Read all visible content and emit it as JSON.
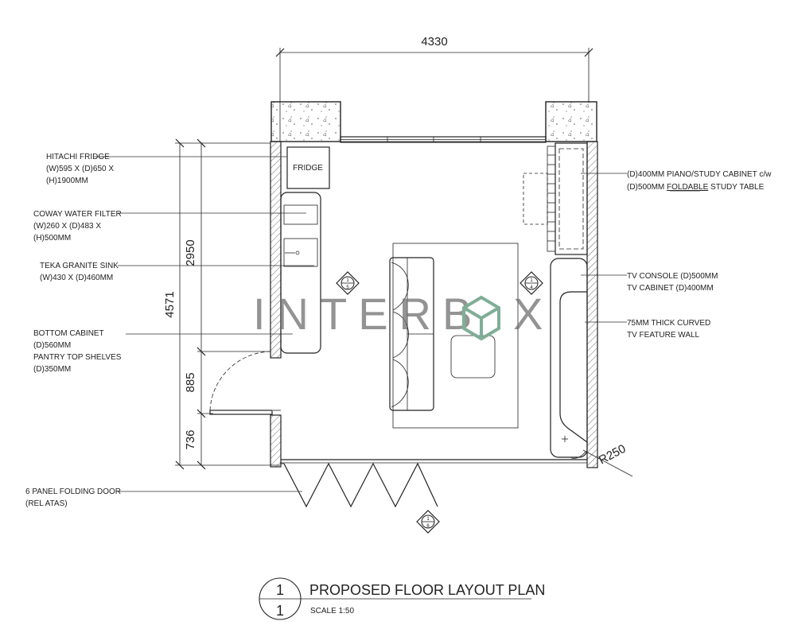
{
  "dimensions": {
    "overall_width": "4330",
    "overall_depth": "4571",
    "segment_top": "2950",
    "segment_mid": "885",
    "segment_bottom": "736",
    "radius": "R250"
  },
  "labels": {
    "fridge_box": "FRIDGE",
    "fridge": [
      "HITACHI FRIDGE",
      "(W)595 X (D)650 X",
      "(H)1900MM"
    ],
    "water_filter": [
      "COWAY WATER FILTER",
      "(W)260 X (D)483 X",
      "(H)500MM"
    ],
    "sink": [
      "TEKA GRANITE SINK",
      "(W)430 X (D)460MM"
    ],
    "cabinet": [
      "BOTTOM CABINET",
      "(D)560MM",
      "PANTRY TOP SHELVES",
      "(D)350MM"
    ],
    "folding_door": [
      "6 PANEL FOLDING DOOR",
      "(REL ATAS)"
    ],
    "piano": [
      "(D)400MM PIANO/STUDY CABINET c/w",
      "(D)500MM "
    ],
    "piano_underlined": "FOLDABLE",
    "piano_tail": " STUDY TABLE",
    "tv_console": [
      "TV CONSOLE (D)500MM",
      "TV CABINET (D)400MM"
    ],
    "feature_wall": [
      "75MM THICK CURVED",
      "TV FEATURE WALL"
    ]
  },
  "markers": {
    "left": {
      "top": "1",
      "bottom": "5"
    },
    "right": {
      "top": "1",
      "bottom": "4"
    },
    "bottom": {
      "top": "1",
      "bottom": "6"
    }
  },
  "title_block": {
    "number_top": "1",
    "number_bottom": "1",
    "title": "PROPOSED FLOOR LAYOUT PLAN",
    "scale": "SCALE 1:50"
  },
  "watermark": "INTERB▢X",
  "watermark_parts": {
    "left": "INTERB",
    "right": "X"
  }
}
